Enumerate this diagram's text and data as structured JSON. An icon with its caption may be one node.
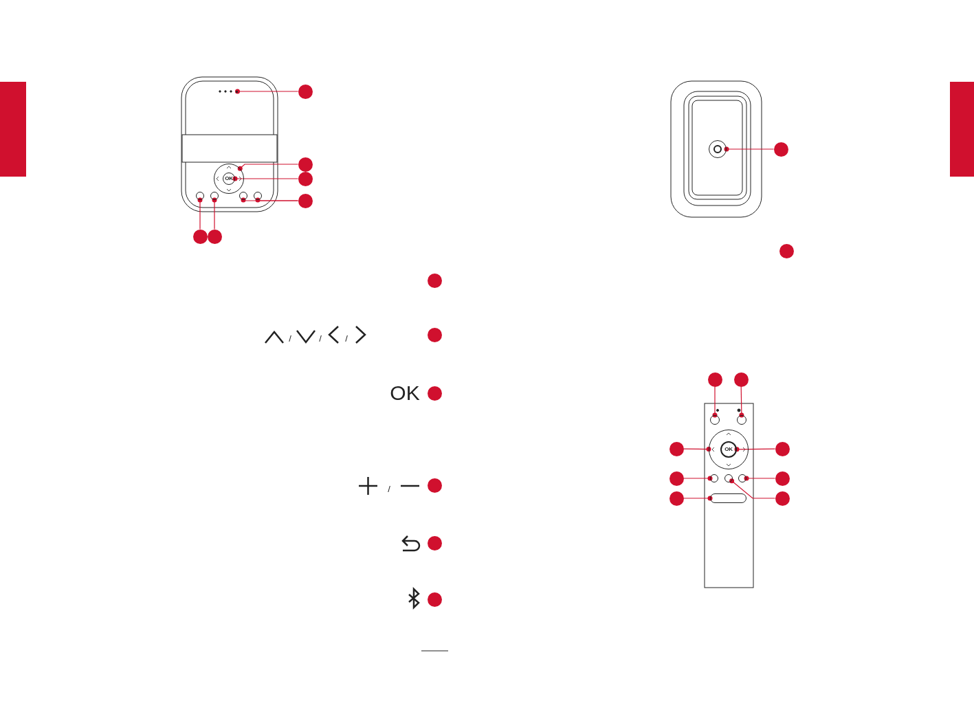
{
  "diagram": {
    "nodes": [
      {
        "text": [],
        "shape": "circle"
      },
      {
        "text": [],
        "shape": "circle"
      },
      {
        "text": [],
        "shape": "circle"
      },
      {
        "text": [],
        "shape": "circle"
      },
      {
        "text": [],
        "shape": "circle"
      },
      {
        "text": [],
        "shape": "circle"
      },
      {
        "text": [],
        "shape": "circle"
      },
      {
        "text": [],
        "shape": "circle"
      },
      {
        "text": [],
        "shape": "circle"
      },
      {
        "text": [],
        "shape": "circle"
      },
      {
        "text": [],
        "shape": "circle"
      },
      {
        "text": [],
        "shape": "circle"
      },
      {
        "text": [],
        "shape": "circle"
      },
      {
        "text": [],
        "shape": "circle"
      },
      {
        "text": [],
        "shape": "circle"
      },
      {
        "text": [],
        "shape": "circle"
      },
      {
        "text": [],
        "shape": "circle"
      },
      {
        "text": [],
        "shape": "circle"
      },
      {
        "text": [],
        "shape": "circle"
      },
      {
        "text": [],
        "shape": "circle"
      },
      {
        "text": [],
        "shape": "circle"
      },
      {
        "text": [],
        "shape": "circle"
      },
      {
        "text": [],
        "shape": "bar"
      },
      {
        "text": [],
        "shape": "bar"
      },
      {
        "text": [
          "OK"
        ],
        "in": 27
      },
      {
        "text": [
          "OK"
        ],
        "in": 35
      },
      {
        "text": [],
        "shape": "circle"
      },
      {
        "text": [],
        "shape": "circle"
      },
      {
        "text": [],
        "shape": "circle"
      },
      {
        "text": [],
        "shape": "circle"
      },
      {
        "text": [],
        "shape": "circle"
      },
      {
        "text": [],
        "shape": "circle"
      },
      {
        "text": [],
        "shape": "circle"
      },
      {
        "text": [],
        "shape": "circle"
      },
      {
        "text": [],
        "shape": "circle"
      },
      {
        "text": [],
        "shape": "circle"
      },
      {
        "text": [],
        "shape": "circle"
      },
      {
        "text": [],
        "shape": "circle"
      },
      {
        "text": [],
        "shape": "circle"
      },
      {
        "text": [],
        "shape": "bar"
      }
    ],
    "edges": [
      {
        "from": 0,
        "to": 26,
        "arrow": "other"
      },
      {
        "from": 1,
        "to": 27,
        "arrow": "other"
      },
      {
        "from": 2,
        "to": 24,
        "arrow": "other"
      },
      {
        "from": 3,
        "to": 31,
        "arrow": "other"
      },
      {
        "from": 3,
        "to": 30,
        "arrow": "other"
      },
      {
        "from": 4,
        "to": 28,
        "arrow": "other"
      },
      {
        "from": 5,
        "to": 29,
        "arrow": "other"
      },
      {
        "from": 6,
        "to": 32,
        "arrow": "other"
      },
      {
        "from": 11,
        "to": 33,
        "arrow": "other"
      },
      {
        "from": 12,
        "to": 34,
        "arrow": "other"
      },
      {
        "from": 13,
        "to": 35,
        "arrow": "other"
      },
      {
        "from": 14,
        "to": 25,
        "arrow": "other"
      },
      {
        "from": 15,
        "to": 36,
        "arrow": "other"
      },
      {
        "from": 16,
        "to": 38,
        "arrow": "other"
      },
      {
        "from": 18,
        "to": 39,
        "arrow": "other"
      },
      {
        "from": 19,
        "to": 37,
        "arrow": "other"
      }
    ],
    "labels": [
      "/",
      "/",
      "/",
      "OK",
      "/"
    ]
  }
}
